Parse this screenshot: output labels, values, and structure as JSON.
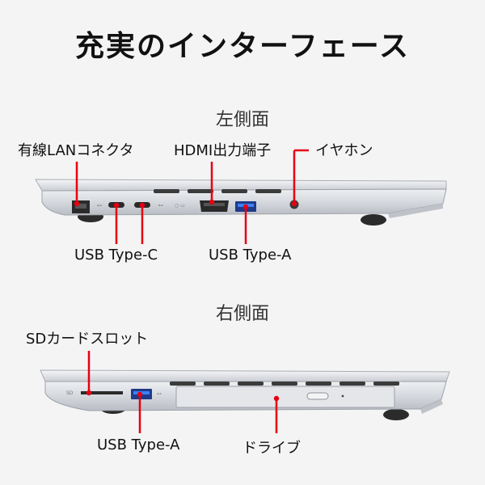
{
  "title": "充実のインターフェース",
  "left_side": {
    "heading": "左側面",
    "labels": {
      "lan": "有線LANコネクタ",
      "hdmi": "HDMI出力端子",
      "earphone": "イヤホン",
      "usb_c": "USB Type-C",
      "usb_a": "USB Type-A"
    }
  },
  "right_side": {
    "heading": "右側面",
    "labels": {
      "sd": "SDカードスロット",
      "usb_a": "USB Type-A",
      "drive": "ドライブ"
    }
  },
  "colors": {
    "accent": "#e60012",
    "body_silver": "#d9dbdf",
    "port_dark": "#2a2a2a"
  }
}
